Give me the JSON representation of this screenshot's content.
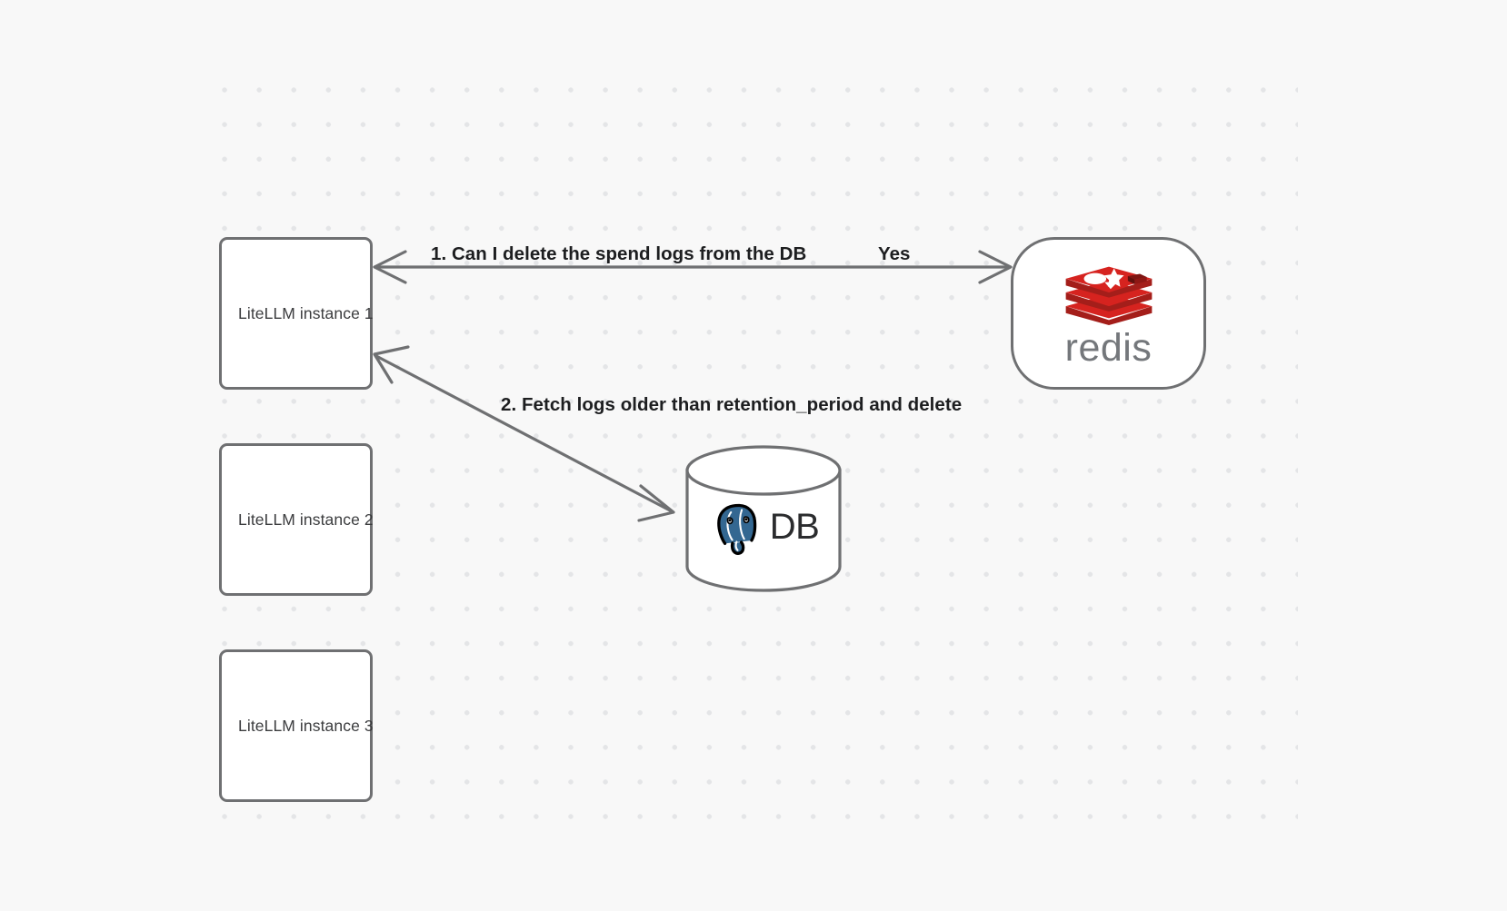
{
  "canvas": {
    "background_color": "#f8f8f8",
    "dot_color": "#e4e5e7"
  },
  "nodes": [
    {
      "id": "litellm-1",
      "label": "LiteLLM instance 1",
      "shape": "rounded-rect",
      "border_color": "#6f7072",
      "fill_color": "#ffffff"
    },
    {
      "id": "litellm-2",
      "label": "LiteLLM instance 2",
      "shape": "rounded-rect",
      "border_color": "#6f7072",
      "fill_color": "#ffffff"
    },
    {
      "id": "litellm-3",
      "label": "LiteLLM instance 3",
      "shape": "rounded-rect",
      "border_color": "#6f7072",
      "fill_color": "#ffffff"
    },
    {
      "id": "redis",
      "label": "redis",
      "shape": "stadium",
      "logo": "redis-logo",
      "logo_color": "#d6231f",
      "wordmark_color": "#74777b",
      "border_color": "#6f7072",
      "fill_color": "#ffffff"
    },
    {
      "id": "db",
      "label": "DB",
      "shape": "cylinder",
      "logo": "postgresql-elephant-icon",
      "logo_color": "#336791",
      "border_color": "#6f7072",
      "fill_color": "#ffffff"
    }
  ],
  "edges": [
    {
      "id": "edge-1",
      "from": "litellm-1",
      "to": "redis",
      "label": "1.  Can I delete the spend logs from the DB",
      "answer_label": "Yes",
      "style": "bidirectional",
      "color": "#6f7072"
    },
    {
      "id": "edge-2",
      "from": "litellm-1",
      "to": "db",
      "label": "2.  Fetch logs older than retention_period and delete",
      "style": "bidirectional",
      "color": "#6f7072"
    }
  ]
}
